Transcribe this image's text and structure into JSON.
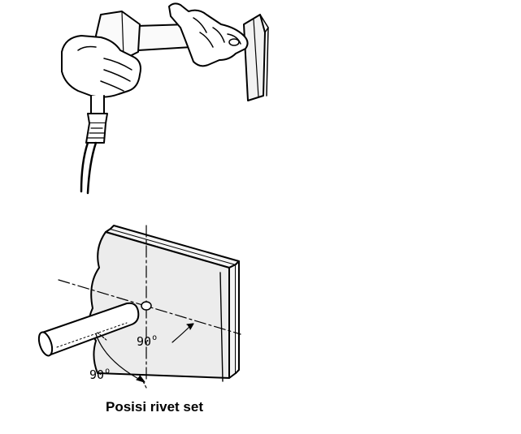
{
  "diagram": {
    "caption": "Posisi rivet set",
    "angle_labels": [
      {
        "value": "90",
        "unit": "o"
      },
      {
        "value": "90",
        "unit": "o"
      }
    ],
    "colors": {
      "ink": "#000000",
      "paper": "#ffffff",
      "shade": "#e8e8e8"
    }
  }
}
